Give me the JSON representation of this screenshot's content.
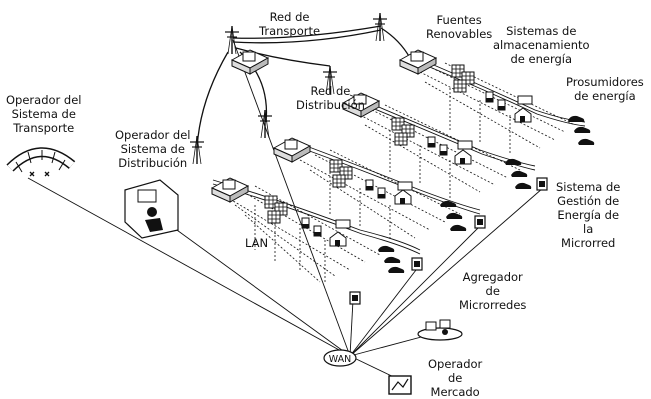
{
  "labels": {
    "red_transporte": [
      "Red de",
      "Transporte"
    ],
    "fuentes_renovables": [
      "Fuentes",
      "Renovables"
    ],
    "sistemas_almacenamiento": [
      "Sistemas de",
      "almacenamiento",
      "de energía"
    ],
    "red_distribucion": [
      "Red de",
      "Distribución"
    ],
    "prosumidores": [
      "Prosumidores",
      "de energía"
    ],
    "operador_transporte": [
      "Operador del",
      "Sistema de",
      "Transporte"
    ],
    "operador_distribucion": [
      "Operador del",
      "Sistema de",
      "Distribución"
    ],
    "sistema_gestion": [
      "Sistema de",
      "Gestión de",
      "Energía de",
      "la",
      "Microrred"
    ],
    "lan": "LAN",
    "agregador": [
      "Agregador",
      "de",
      "Microrredes"
    ],
    "wan": "WAN",
    "operador_mercado": [
      "Operador",
      "de",
      "Mercado"
    ]
  }
}
